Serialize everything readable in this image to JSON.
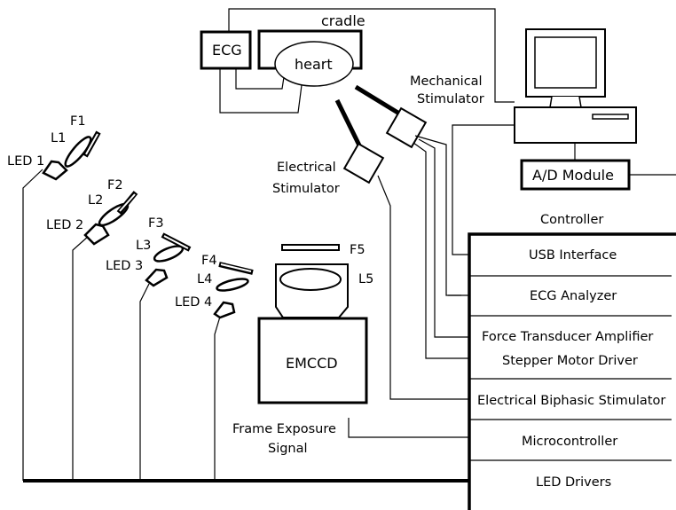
{
  "labels": {
    "cradle": "cradle",
    "ecg": "ECG",
    "heart": "heart",
    "mechanical_stimulator_line1": "Mechanical",
    "mechanical_stimulator_line2": "Stimulator",
    "electrical_stimulator_line1": "Electrical",
    "electrical_stimulator_line2": "Stimulator",
    "ad_module": "A/D Module",
    "controller": "Controller",
    "emccd": "EMCCD",
    "frame_exposure_line1": "Frame Exposure",
    "frame_exposure_line2": "Signal",
    "f5": "F5",
    "l5": "L5"
  },
  "leds": [
    {
      "led": "LED 1",
      "lens": "L1",
      "filter": "F1"
    },
    {
      "led": "LED 2",
      "lens": "L2",
      "filter": "F2"
    },
    {
      "led": "LED 3",
      "lens": "L3",
      "filter": "F3"
    },
    {
      "led": "LED 4",
      "lens": "L4",
      "filter": "F4"
    }
  ],
  "controller_modules": [
    "USB Interface",
    "ECG Analyzer",
    "Force Transducer Amplifier",
    "Stepper Motor Driver",
    "Electrical Biphasic Stimulator",
    "Microcontroller",
    "LED Drivers"
  ]
}
